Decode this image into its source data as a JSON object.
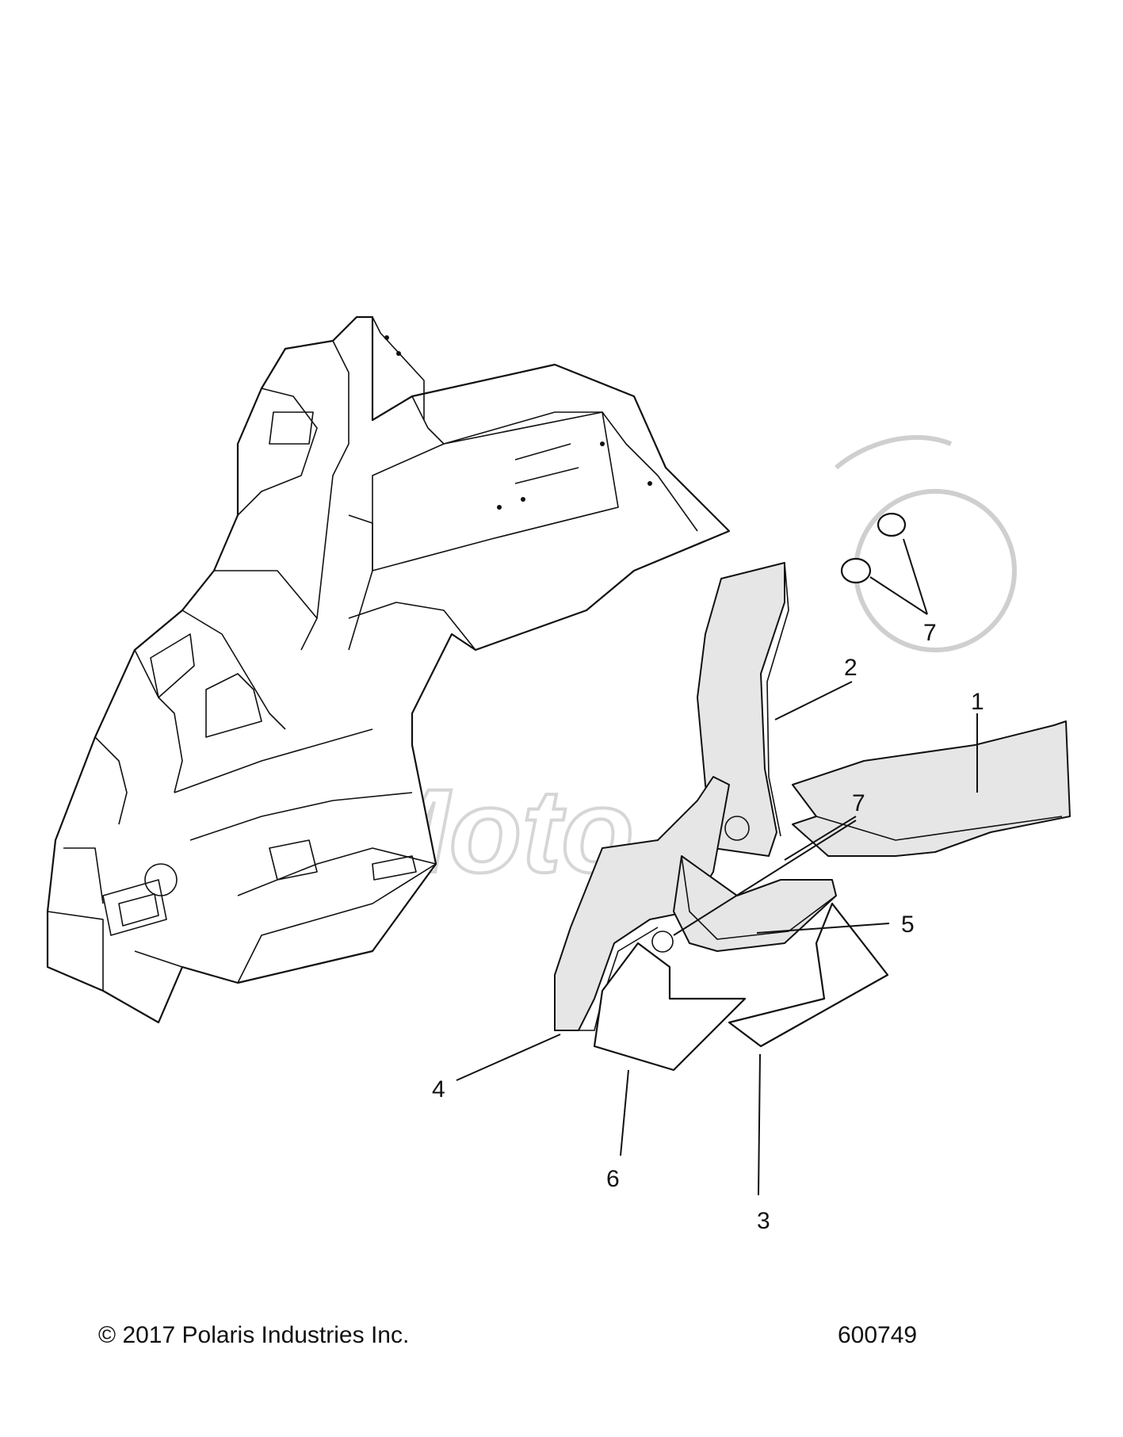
{
  "callouts": {
    "c1": "1",
    "c2": "2",
    "c3": "3",
    "c4": "4",
    "c5": "5",
    "c6": "6",
    "c7a": "7",
    "c7b": "7"
  },
  "footer": {
    "copyright": "© 2017 Polaris Industries Inc.",
    "figure_number": "600749"
  },
  "watermark": {
    "logo_text": "AllMoto"
  }
}
